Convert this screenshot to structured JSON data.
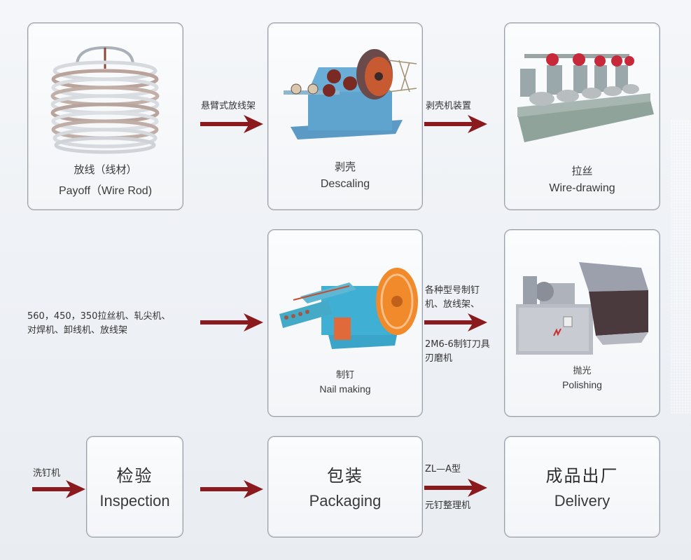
{
  "steps": [
    {
      "id": "payoff",
      "zh": "放线（线材）",
      "en": "Payoff（Wire Rod)",
      "icon": "wire-coil-image"
    },
    {
      "id": "descaling",
      "zh": "剥壳",
      "en": "Descaling",
      "icon": "descaling-machine-image"
    },
    {
      "id": "wire-drawing",
      "zh": "拉丝",
      "en": "Wire-drawing",
      "icon": "wire-drawing-machine-image"
    },
    {
      "id": "nail-making",
      "zh": "制钉",
      "en": "Nail making",
      "icon": "nail-making-machine-image"
    },
    {
      "id": "polishing",
      "zh": "抛光",
      "en": "Polishing",
      "icon": "polishing-machine-image"
    },
    {
      "id": "inspection",
      "zh": "检验",
      "en": "Inspection"
    },
    {
      "id": "packaging",
      "zh": "包装",
      "en": "Packaging"
    },
    {
      "id": "delivery",
      "zh": "成品出厂",
      "en": "Delivery"
    }
  ],
  "connectors": {
    "payoff_to_descaling": {
      "label": "悬臂式放线架"
    },
    "descaling_to_drawing": {
      "label": "剥壳机装置"
    },
    "row2_input": {
      "line1": "560，450，350拉丝机、轧尖机、",
      "line2": "对焊机、卸线机、放线架"
    },
    "nail_to_polishing": {
      "above1": "各种型号制钉",
      "above2": "机、放线架、",
      "below1": "2M6-6制钉刀具",
      "below2": "刃磨机"
    },
    "row3_input": {
      "label": "洗钉机"
    },
    "inspection_to_packaging": {
      "label": ""
    },
    "packaging_to_delivery": {
      "above": "ZL—A型",
      "below": "元钉整理机"
    }
  },
  "colors": {
    "arrow": "#8b1a1f",
    "border": "#9a9fa6"
  }
}
